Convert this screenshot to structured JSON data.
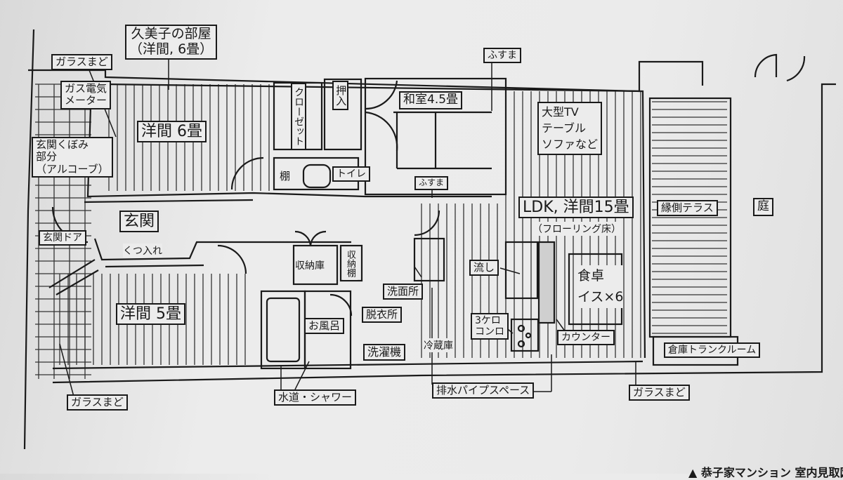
{
  "title": {
    "line1": "久美子の部屋",
    "line2": "（洋間, 6畳）"
  },
  "labels": {
    "glass_window_top": "ガラスまど",
    "fusuma_top": "ふすま",
    "gas_meter": {
      "line1": "ガス電気",
      "line2": "メーター"
    },
    "western_room_6": "洋間 6畳",
    "closet": "クローゼット",
    "oshiire": "押入",
    "washitsu": "和室4.5畳",
    "living_furniture": {
      "line1": "大型TV",
      "line2": "テーブル",
      "line3": "ソファなど"
    },
    "alcove": {
      "line1": "玄関くぼみ",
      "line2": "部分",
      "line3": "（アルコーブ）"
    },
    "shelf": "棚",
    "toilet": "トイレ",
    "fusuma_mid": "ふすま",
    "ldk": "LDK, 洋間15畳",
    "flooring": "（フローリング床）",
    "engawa_terrace": "縁側テラス",
    "garden": "庭",
    "genkan": "玄関",
    "genkan_door": "玄関ドア",
    "shoe_cabinet": "くつ入れ",
    "storage": "収納庫",
    "storage_shelf": "収納棚",
    "sink": "流し",
    "dining_table": {
      "line1": "食卓",
      "line2": "イス×6"
    },
    "washroom": "洗面所",
    "dressing_room": "脱衣所",
    "stove": {
      "line1": "3ケロ",
      "line2": "コンロ"
    },
    "bath": "お風呂",
    "fridge": "冷蔵庫",
    "counter": "カウンター",
    "western_room_5": "洋間 5畳",
    "trunk_room": "倉庫トランクルーム",
    "washing_machine": "洗濯機",
    "glass_window_bottom_left": "ガラスまど",
    "water_shower": "水道・シャワー",
    "drain_pipe_space": "排水パイプスペース",
    "glass_window_bottom_right": "ガラスまど"
  },
  "caption": "▲ 恭子家マンション 室内見取図"
}
